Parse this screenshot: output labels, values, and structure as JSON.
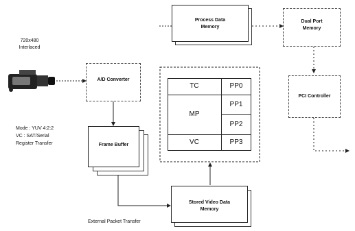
{
  "camera": {
    "resolution": "720x480",
    "scan": "Interlaced"
  },
  "mode_notes": [
    "Mode : YUV 4:2:2",
    "VC : SAT/Serial",
    "Register Transfer"
  ],
  "external_transfer": "External Packet Transfer",
  "blocks": {
    "process_data_memory": [
      "Process Data",
      "Memory"
    ],
    "dual_port_memory": [
      "Dual Port",
      "Memory"
    ],
    "ad_converter": "A/D Converter",
    "pci_controller": "PCI Controller",
    "frame_buffer": "Frame Buffer",
    "stored_video_memory": [
      "Stored Video Data",
      "Memory"
    ]
  },
  "processor": {
    "tc": "TC",
    "mp": "MP",
    "vc": "VC",
    "pp": [
      "PP0",
      "PP1",
      "PP2",
      "PP3"
    ]
  }
}
